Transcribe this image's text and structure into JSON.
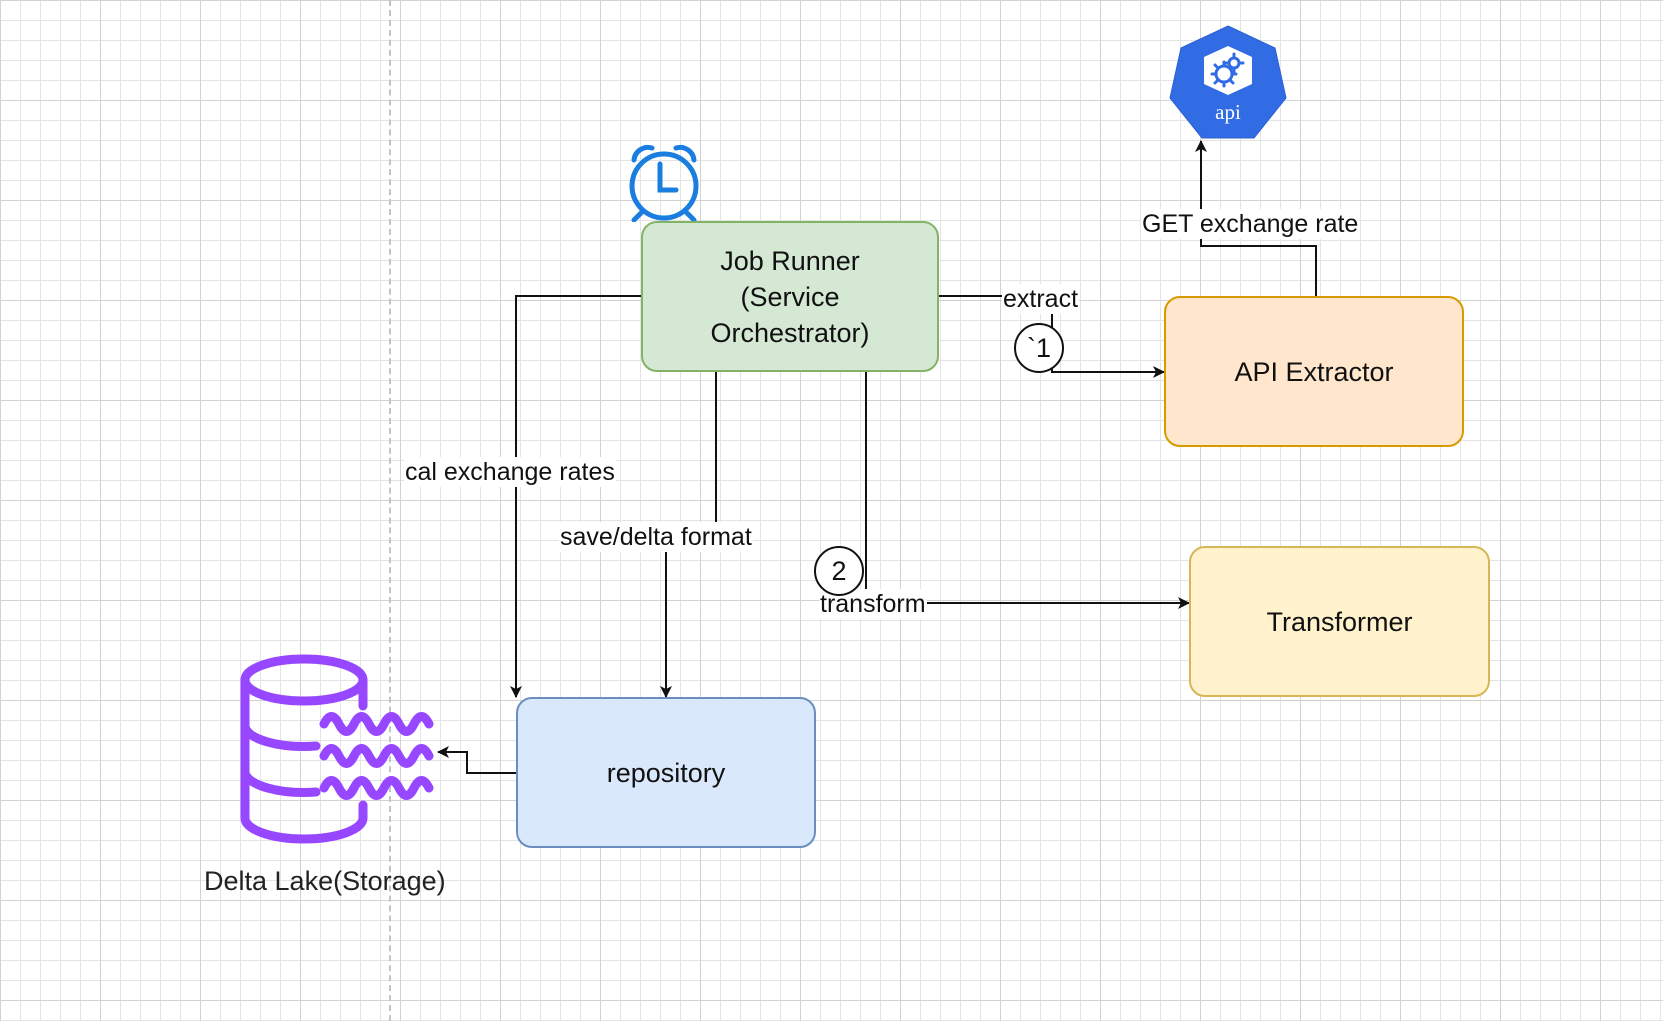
{
  "nodes": {
    "job_runner": {
      "label_line1": "Job Runner",
      "label_line2": "(Service",
      "label_line3": "Orchestrator)"
    },
    "api_extractor": {
      "label": "API Extractor"
    },
    "transformer": {
      "label": "Transformer"
    },
    "repository": {
      "label": "repository"
    },
    "delta_lake": {
      "label": "Delta Lake(Storage)",
      "icon": "delta-lake-database-icon"
    },
    "api_service": {
      "label": "api",
      "icon": "kubernetes-api-gears-icon"
    },
    "scheduler": {
      "icon": "alarm-clock-icon"
    }
  },
  "edges": {
    "extract": "extract",
    "get_rate": "GET exchange rate",
    "cal_rates": "cal exchange rates",
    "save_format": "save/delta format",
    "transform": "transform"
  },
  "steps": {
    "step1": "`1",
    "step2": "2"
  },
  "colors": {
    "job_runner_fill": "#d5e8d4",
    "job_runner_border": "#82b366",
    "extractor_fill": "#ffe6cc",
    "extractor_border": "#d79b00",
    "transformer_fill": "#fff2cc",
    "transformer_border": "#d6b656",
    "repository_fill": "#dae8fc",
    "repository_border": "#6c8ebf",
    "clock": "#1a7ee0",
    "api_badge": "#326ce5",
    "delta_lake": "#9747ff"
  }
}
